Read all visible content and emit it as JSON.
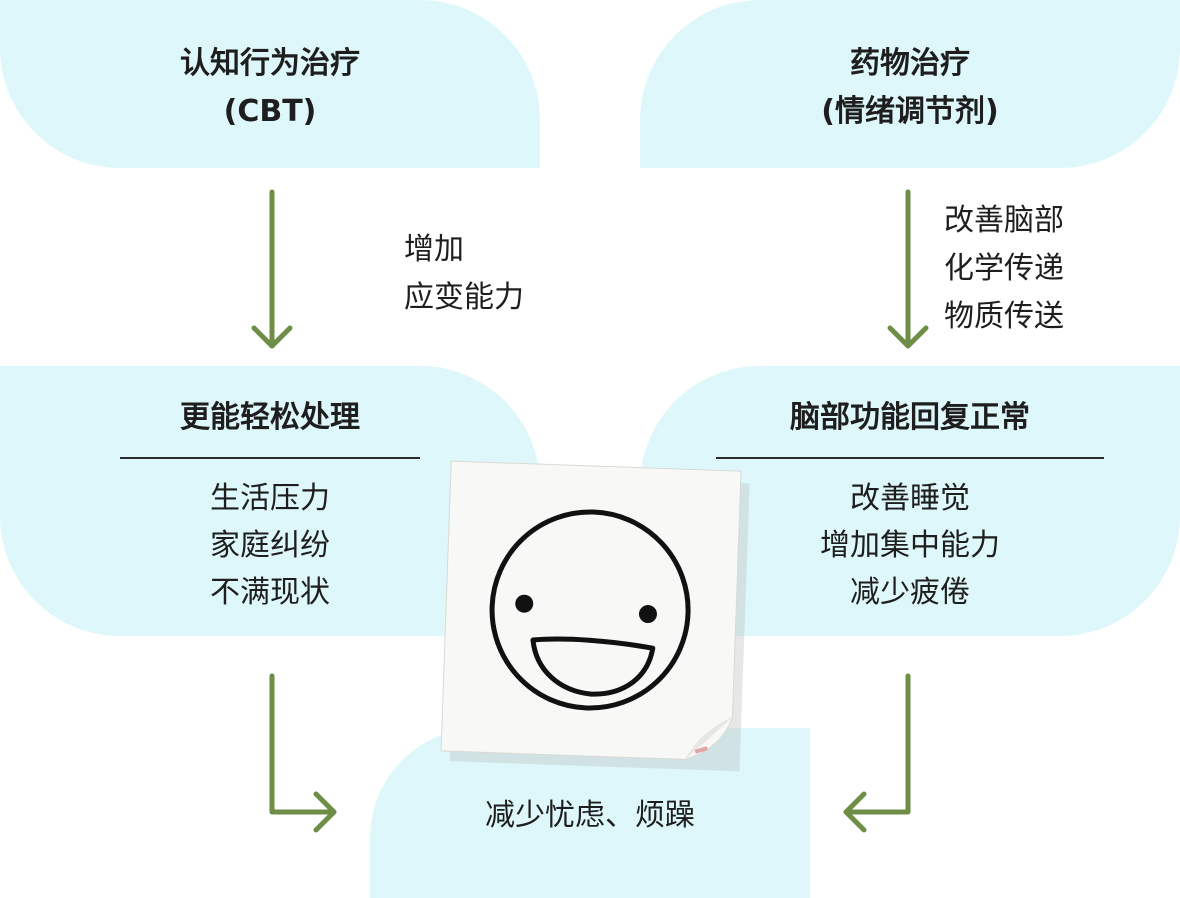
{
  "nodes": {
    "cbt": {
      "lines": [
        "认知行为治疗",
        "(CBT)"
      ]
    },
    "medication": {
      "lines": [
        "药物治疗",
        "(情绪调节剂)"
      ]
    },
    "coping": {
      "title": "更能轻松处理",
      "items": [
        "生活压力",
        "家庭纠纷",
        "不满现状"
      ]
    },
    "brain": {
      "title": "脑部功能回复正常",
      "items": [
        "改善睡觉",
        "增加集中能力",
        "减少疲倦"
      ]
    },
    "result": {
      "text": "减少忧虑、烦躁"
    }
  },
  "edges": {
    "cbt_to_coping": {
      "lines": [
        "增加",
        "应变能力"
      ]
    },
    "medication_to_brain": {
      "lines": [
        "改善脑部",
        "化学传递",
        "物质传送"
      ]
    }
  },
  "colors": {
    "box_fill": "#def7fb",
    "arrow": "#6e8d46",
    "text": "#1e1e1e"
  },
  "icons": {
    "sticky_note": "smiley-face-sticky-note-icon"
  }
}
